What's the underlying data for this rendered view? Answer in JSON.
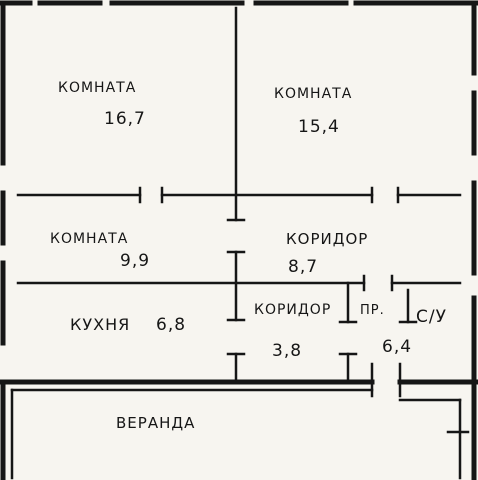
{
  "colors": {
    "ink": "#161616",
    "paper": "#f7f5f0"
  },
  "rooms": [
    {
      "id": "room-1",
      "name": "КОМНАТА",
      "area": "16,7"
    },
    {
      "id": "room-2",
      "name": "КОМНАТА",
      "area": "15,4"
    },
    {
      "id": "room-3",
      "name": "КОМНАТА",
      "area": "9,9"
    },
    {
      "id": "corridor-1",
      "name": "КОРИДОР",
      "area": "8,7"
    },
    {
      "id": "kitchen",
      "name": "КУХНЯ",
      "area": "6,8"
    },
    {
      "id": "corridor-2",
      "name": "КОРИДОР",
      "area": "3,8"
    },
    {
      "id": "pantry",
      "name": "ПР.",
      "area": "6,4"
    },
    {
      "id": "bathroom",
      "name": "С/У",
      "area": ""
    },
    {
      "id": "veranda",
      "name": "ВЕРАНДА",
      "area": ""
    }
  ]
}
